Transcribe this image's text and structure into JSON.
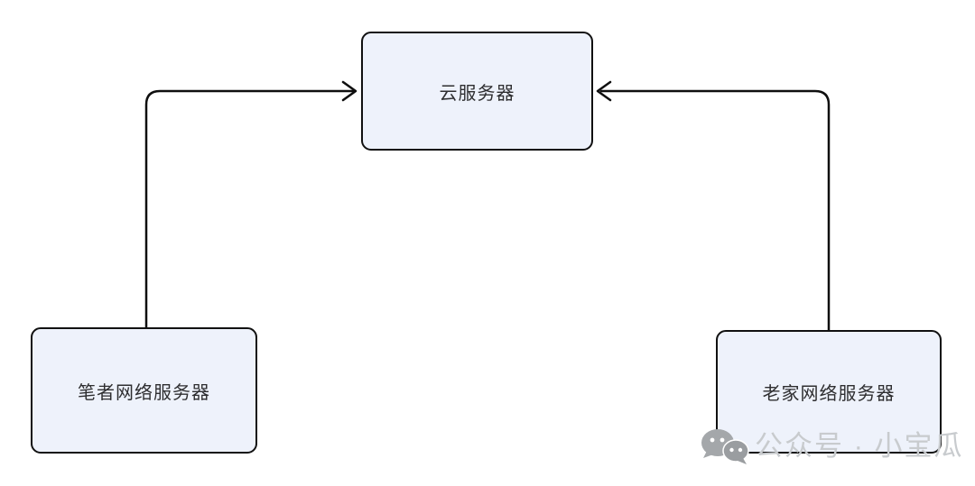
{
  "diagram": {
    "type": "flowchart",
    "nodes": [
      {
        "id": "cloud-server",
        "label": "云服务器"
      },
      {
        "id": "author-network-server",
        "label": "笔者网络服务器"
      },
      {
        "id": "hometown-network-server",
        "label": "老家网络服务器"
      }
    ],
    "edges": [
      {
        "from": "author-network-server",
        "to": "cloud-server",
        "arrow": "to-target"
      },
      {
        "from": "hometown-network-server",
        "to": "cloud-server",
        "arrow": "to-target"
      }
    ],
    "colors": {
      "node_fill": "#eef2fb",
      "node_border": "#111111",
      "node_text": "#2e2e30",
      "arrow": "#0f0f0f",
      "background": "#ffffff"
    }
  },
  "watermark": {
    "icon": "wechat-icon",
    "text": "公众号 · 小宝瓜",
    "color": "#c8cbce"
  }
}
